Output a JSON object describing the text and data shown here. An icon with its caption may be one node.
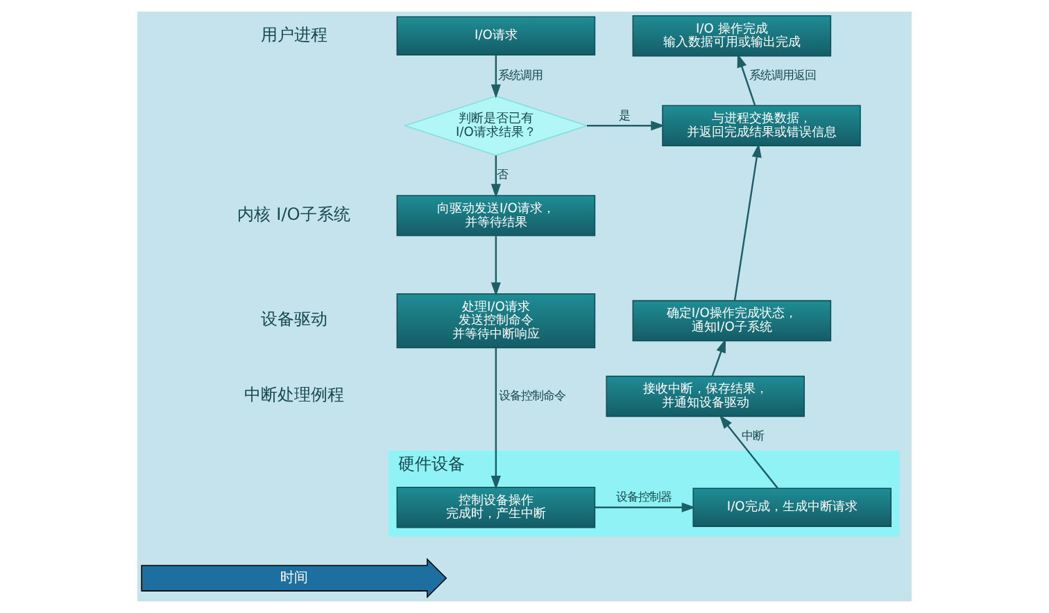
{
  "diagram": {
    "nodes": [
      {
        "text": [
          "I/O请求"
        ]
      },
      {
        "text": [
          "I/O 操作完成",
          "输入数据可用或输出完成"
        ]
      },
      {
        "text": [
          "判断是否已有I/O请求结果？"
        ]
      },
      {
        "text": [
          "与进程交换数据，并返回完成结果或错误信息"
        ]
      },
      {
        "text": [
          "向驱动发送I/O请求，并等待结果"
        ]
      },
      {
        "text": [
          "处理I/O请求发送控制命令并等待中断响应"
        ]
      },
      {
        "text": [
          "确定I/O操作完成状态，通知I/O子系统"
        ]
      },
      {
        "text": [
          "接收中断，保存结果，并通知设备驱动"
        ]
      },
      {
        "text": [
          "硬件设备"
        ]
      },
      {
        "text": [
          "控制设备操作完成时，产生中断"
        ],
        "in": 8
      },
      {
        "text": [
          "I/O完成，生成中断请求"
        ],
        "in": 8
      }
    ],
    "edges": [
      {
        "from": 0,
        "to": 2,
        "arrow": "to",
        "label": "系统调用"
      },
      {
        "from": 2,
        "to": 3,
        "arrow": "to",
        "label": "是"
      },
      {
        "from": 2,
        "to": 4,
        "arrow": "to",
        "label": "否"
      },
      {
        "from": 4,
        "to": 5,
        "arrow": "to"
      },
      {
        "from": 5,
        "to": 9,
        "arrow": "to",
        "label": "设备控制命令"
      },
      {
        "from": 9,
        "to": 10,
        "arrow": "to",
        "label": "设备控制器"
      },
      {
        "from": 10,
        "to": 7,
        "arrow": "to",
        "label": "中断"
      },
      {
        "from": 7,
        "to": 6,
        "arrow": "to"
      },
      {
        "from": 6,
        "to": 3,
        "arrow": "to"
      },
      {
        "from": 3,
        "to": 1,
        "arrow": "to",
        "label": "系统调用返回"
      }
    ],
    "labels": [
      "用户进程",
      "内核 I/O子系统",
      "设备驱动",
      "中断处理例程",
      "时间"
    ]
  }
}
